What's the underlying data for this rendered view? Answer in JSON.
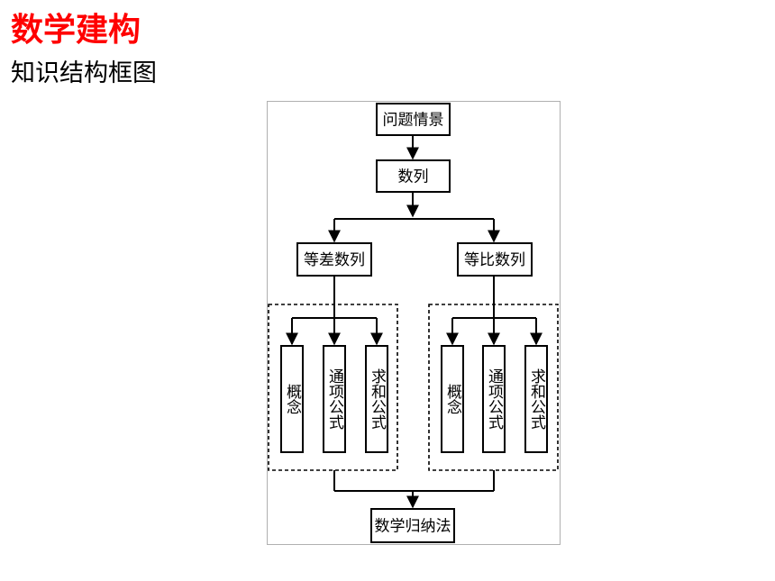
{
  "header": {
    "title": "数学建构",
    "subtitle": "知识结构框图"
  },
  "diagram": {
    "root": "问题情景",
    "sequence": "数列",
    "arithmetic": "等差数列",
    "geometric": "等比数列",
    "arithmetic_children": [
      "概念",
      "通项公式",
      "求和公式"
    ],
    "geometric_children": [
      "概念",
      "通项公式",
      "求和公式"
    ],
    "conclusion": "数学归纳法"
  }
}
